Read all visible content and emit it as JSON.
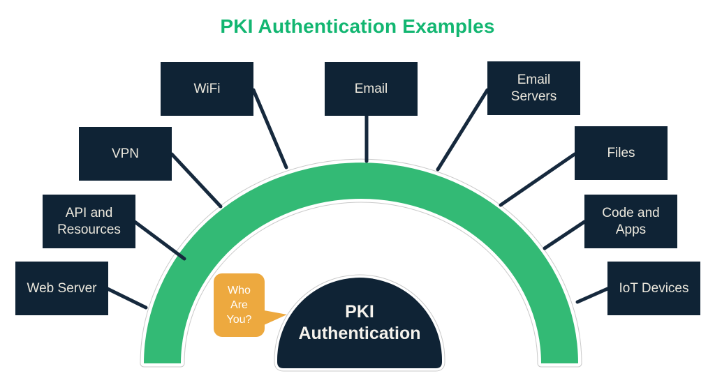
{
  "title": "PKI Authentication Examples",
  "center": {
    "label": "PKI Authentication"
  },
  "bubble": {
    "lines": [
      "Who",
      "Are",
      "You?"
    ]
  },
  "nodes": {
    "items": [
      {
        "label": "Web Server"
      },
      {
        "label": "API and Resources"
      },
      {
        "label": "VPN"
      },
      {
        "label": "WiFi"
      },
      {
        "label": "Email"
      },
      {
        "label": "Email Servers"
      },
      {
        "label": "Files"
      },
      {
        "label": "Code and Apps"
      },
      {
        "label": "IoT Devices"
      }
    ]
  },
  "colors": {
    "title-green": "#12b671",
    "arc-green": "#33ba75",
    "node-navy": "#0f2335",
    "line-navy": "#16293d",
    "bubble-orange": "#eda93f",
    "node-text": "#ece8dd",
    "dome-text": "#f5f2ec",
    "hairline": "#c9c9c9"
  }
}
